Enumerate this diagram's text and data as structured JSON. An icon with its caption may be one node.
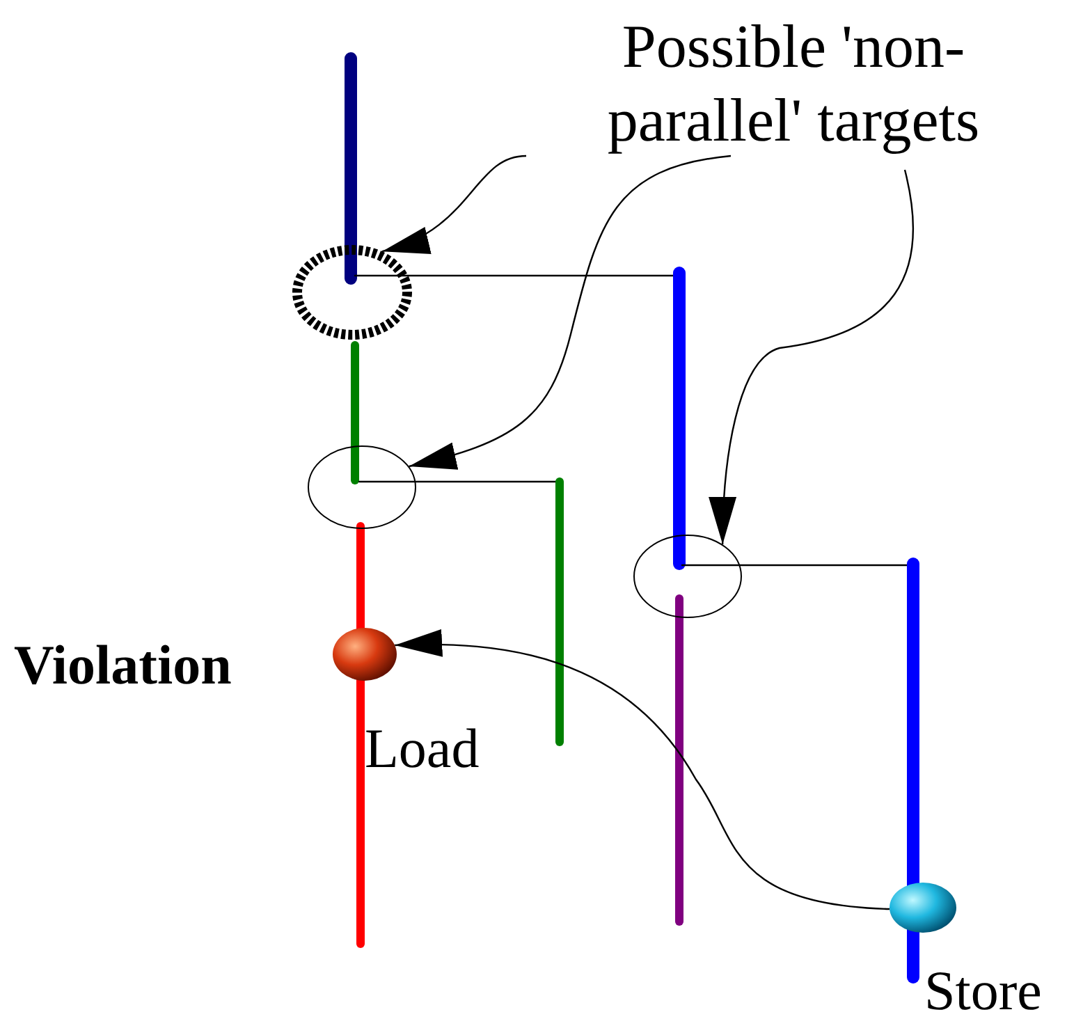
{
  "diagram": {
    "nodes": [
      {
        "text": [
          "Possible 'non-parallel' targets"
        ]
      },
      {
        "text": [],
        "shape": "circle"
      },
      {
        "text": [],
        "shape": "circle"
      },
      {
        "text": [],
        "shape": "circle"
      },
      {
        "text": [],
        "shape": "circle",
        "beside": [
          "Violation",
          "Load"
        ]
      },
      {
        "text": [],
        "shape": "circle",
        "beside": [
          "Store"
        ]
      }
    ],
    "edges": [
      {
        "from": 0,
        "to": 1,
        "arrow": "to"
      },
      {
        "from": 0,
        "to": 2,
        "arrow": "to"
      },
      {
        "from": 0,
        "to": 3,
        "arrow": "to"
      },
      {
        "from": 5,
        "to": 4,
        "arrow": "to"
      }
    ]
  }
}
